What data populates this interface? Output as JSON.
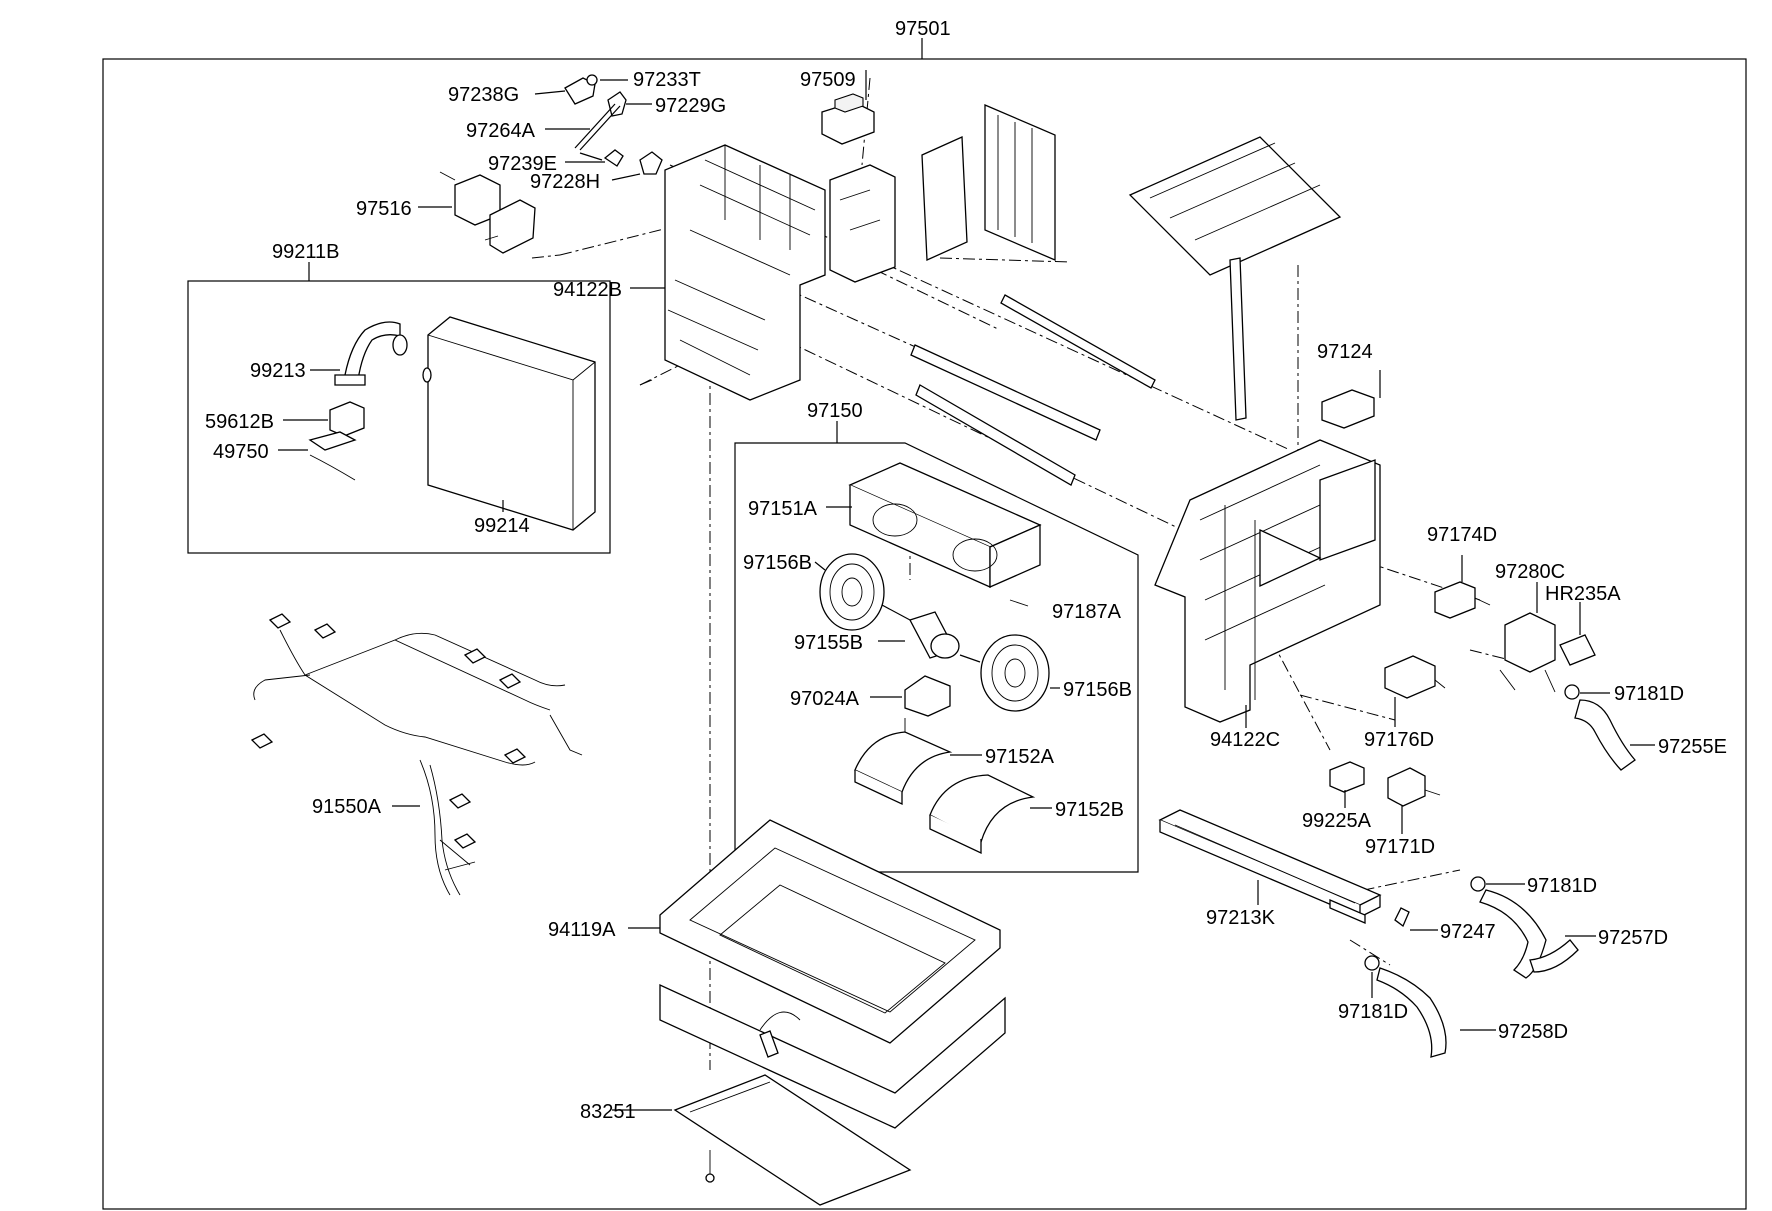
{
  "labels": {
    "l97501": "97501",
    "l97238G": "97238G",
    "l97233T": "97233T",
    "l97229G": "97229G",
    "l97264A": "97264A",
    "l97239E": "97239E",
    "l97228H": "97228H",
    "l97516": "97516",
    "l97509": "97509",
    "l99211B": "99211B",
    "l94122B": "94122B",
    "l99213": "99213",
    "l59612B": "59612B",
    "l49750": "49750",
    "l99214": "99214",
    "l97150": "97150",
    "l97151A": "97151A",
    "l97156B_1": "97156B",
    "l97187A": "97187A",
    "l97155B": "97155B",
    "l97156B_2": "97156B",
    "l97024A": "97024A",
    "l97152A": "97152A",
    "l97152B": "97152B",
    "l97124": "97124",
    "l97174D": "97174D",
    "l97280C": "97280C",
    "lHR235A": "HR235A",
    "l97181D_1": "97181D",
    "l94122C": "94122C",
    "l97176D": "97176D",
    "l97255E": "97255E",
    "l99225A": "99225A",
    "l97171D": "97171D",
    "l91550A": "91550A",
    "l94119A": "94119A",
    "l97213K": "97213K",
    "l97181D_2": "97181D",
    "l97247": "97247",
    "l97257D": "97257D",
    "l97181D_3": "97181D",
    "l97258D": "97258D",
    "l83251": "83251"
  }
}
